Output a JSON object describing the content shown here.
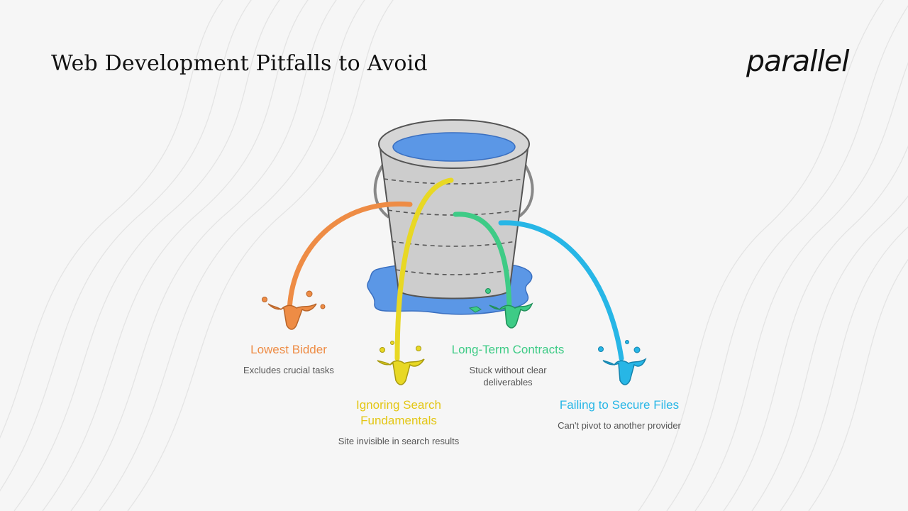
{
  "title": "Web Development Pitfalls to Avoid",
  "brand": "parallel",
  "colors": {
    "orange": "#ee8c45",
    "yellow": "#e8d824",
    "green": "#3ecb86",
    "blue": "#27b6e6",
    "water": "#5b97e6",
    "bucket": "#cdcdcd"
  },
  "pitfalls": [
    {
      "title": "Lowest Bidder",
      "desc": "Excludes crucial tasks",
      "color": "#ee8c45"
    },
    {
      "title": "Ignoring Search Fundamentals",
      "desc": "Site invisible in search results",
      "color": "#e8d824"
    },
    {
      "title": "Long-Term Contracts",
      "desc": "Stuck without clear deliverables",
      "color": "#3ecb86"
    },
    {
      "title": "Failing to Secure Files",
      "desc": "Can't pivot to another provider",
      "color": "#27b6e6"
    }
  ]
}
